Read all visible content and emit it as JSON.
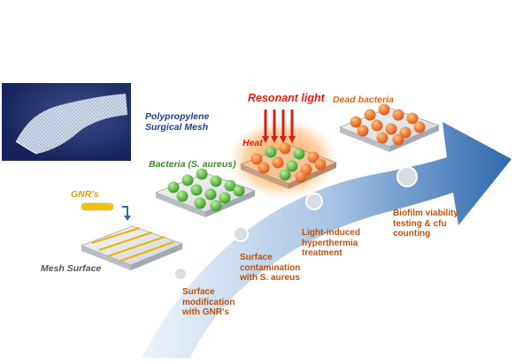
{
  "labels": {
    "mesh_name_line1": "Polypropylene",
    "mesh_name_line2": "Surgical Mesh",
    "bacteria": "Bacteria (S. aureus)",
    "resonant_light": "Resonant light",
    "heat": "Heat",
    "dead_bacteria": "Dead bacteria",
    "gnrs": "GNR's",
    "mesh_surface": "Mesh Surface"
  },
  "steps": [
    {
      "lines": [
        "Surface",
        "modification",
        "with GNR's"
      ]
    },
    {
      "lines": [
        "Surface",
        "contamination",
        "with S. aureus"
      ]
    },
    {
      "lines": [
        "Light-induced",
        "hyperthermia",
        "treatment"
      ]
    },
    {
      "lines": [
        "Biofilm viability",
        "testing & cfu",
        "counting"
      ]
    }
  ],
  "colors": {
    "arrow_light": "#dbe8f5",
    "arrow_dark": "#3a74b8",
    "step_text": "#b8520f",
    "live_bacteria": "#4caf3a",
    "dead_bacteria": "#e8641c",
    "gnr": "#f2c200",
    "light_arrows": "#d0201a"
  }
}
